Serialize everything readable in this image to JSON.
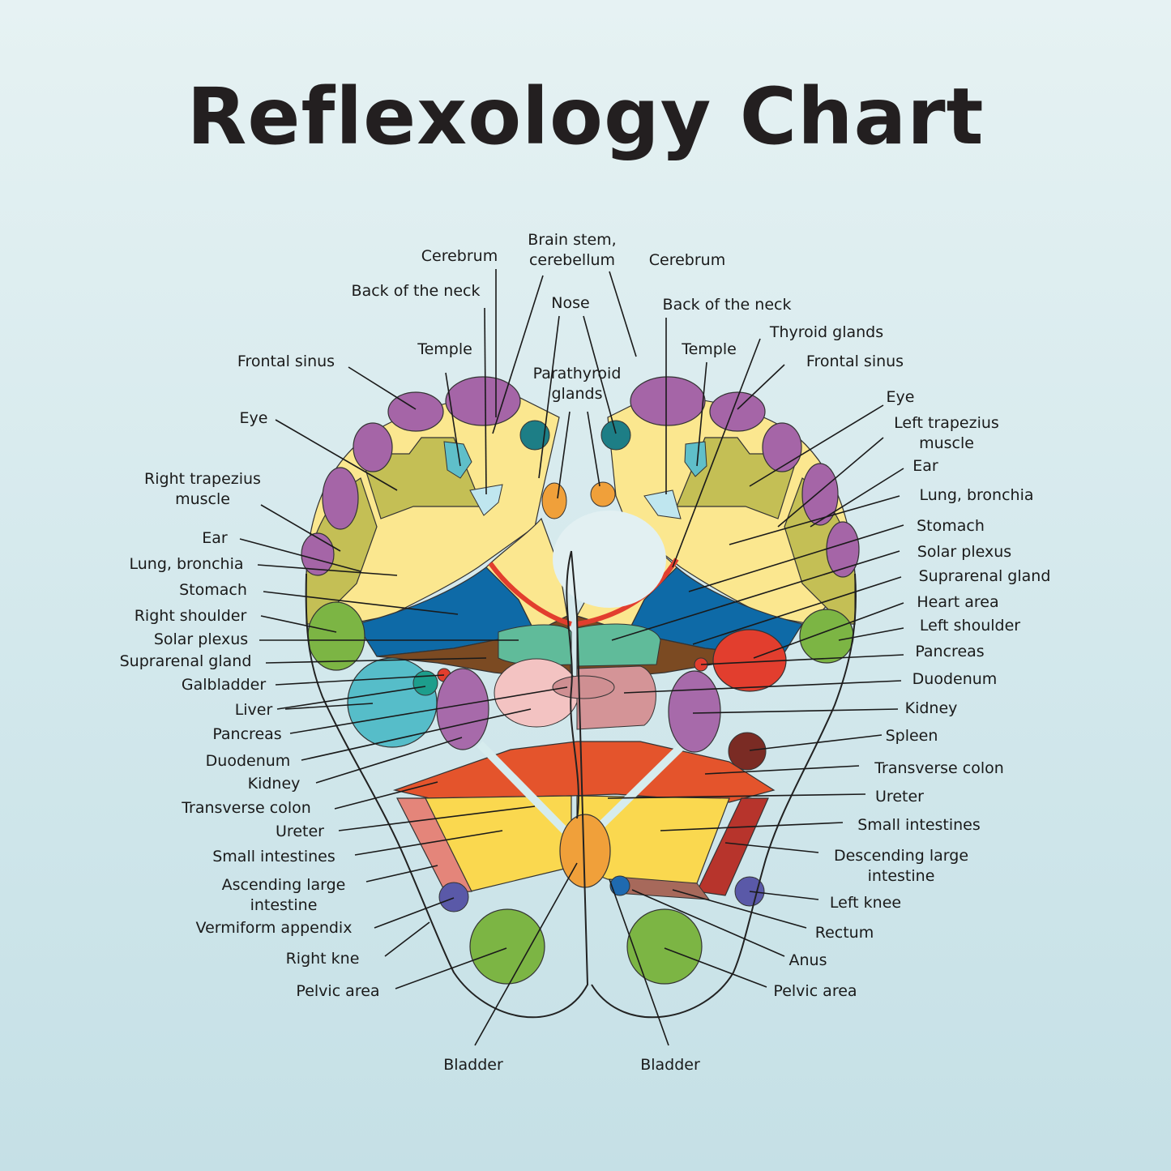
{
  "title": "Reflexology Chart",
  "colors": {
    "toe_purple": "#a565a7",
    "sinus_yellow": "#fbe78f",
    "olive": "#c4bf55",
    "lung_blue": "#0e6aa7",
    "solar_brown": "#7b4a22",
    "stomach_green": "#60bb9a",
    "duodenum_pink": "#f3c3c2",
    "liver_teal": "#56bdc9",
    "kidney_purple": "#a76aaa",
    "colon_orange": "#e4542c",
    "small_intestine_yellow": "#fad84f",
    "bladder_orange": "#f0a03a",
    "pelvic_green": "#7cb544",
    "heart_red": "#e23e2e",
    "spleen_brown": "#7a2b24",
    "knee_indigo": "#5a59a8",
    "rectum_brown": "#a7695b"
  },
  "labels": {
    "brain_stem_1": "Brain stem,",
    "brain_stem_2": "cerebellum",
    "cerebrum_r": "Cerebrum",
    "cerebrum_l": "Cerebrum",
    "back_neck_r": "Back of the neck",
    "back_neck_l": "Back of the neck",
    "nose": "Nose",
    "thyroid": "Thyroid glands",
    "temple_r": "Temple",
    "temple_l": "Temple",
    "frontal_sinus_r": "Frontal sinus",
    "frontal_sinus_l": "Frontal sinus",
    "parathyroid_1": "Parathyroid",
    "parathyroid_2": "glands",
    "eye_r": "Eye",
    "eye_l": "Eye",
    "trapezius_r_1": "Right trapezius",
    "trapezius_r_2": "muscle",
    "trapezius_l_1": "Left trapezius",
    "trapezius_l_2": "muscle",
    "ear_r": "Ear",
    "ear_l": "Ear",
    "lung_r": "Lung, bronchia",
    "lung_l": "Lung, bronchia",
    "stomach_r": "Stomach",
    "stomach_l": "Stomach",
    "right_shoulder": "Right shoulder",
    "solar_r": "Solar plexus",
    "solar_l": "Solar plexus",
    "suprarenal_r": "Suprarenal gland",
    "suprarenal_l": "Suprarenal gland",
    "heart_area": "Heart area",
    "left_shoulder": "Left shoulder",
    "galbladder": "Galbladder",
    "pancreas_l": "Pancreas",
    "liver": "Liver",
    "duodenum_l": "Duodenum",
    "pancreas_r": "Pancreas",
    "kidney_l": "Kidney",
    "duodenum_r": "Duodenum",
    "spleen": "Spleen",
    "kidney_r": "Kidney",
    "transverse_l": "Transverse colon",
    "transverse_r": "Transverse colon",
    "ureter_l": "Ureter",
    "ureter_r": "Ureter",
    "small_int_l": "Small intestines",
    "small_int_r": "Small intestines",
    "descending_1": "Descending large",
    "descending_2": "intestine",
    "ascending_1": "Ascending large",
    "ascending_2": "intestine",
    "left_knee": "Left knee",
    "vermiform": "Vermiform appendix",
    "rectum": "Rectum",
    "right_knee": "Right kne",
    "anus": "Anus",
    "pelvic_r": "Pelvic area",
    "pelvic_l": "Pelvic area",
    "bladder_r": "Bladder",
    "bladder_l": "Bladder"
  }
}
